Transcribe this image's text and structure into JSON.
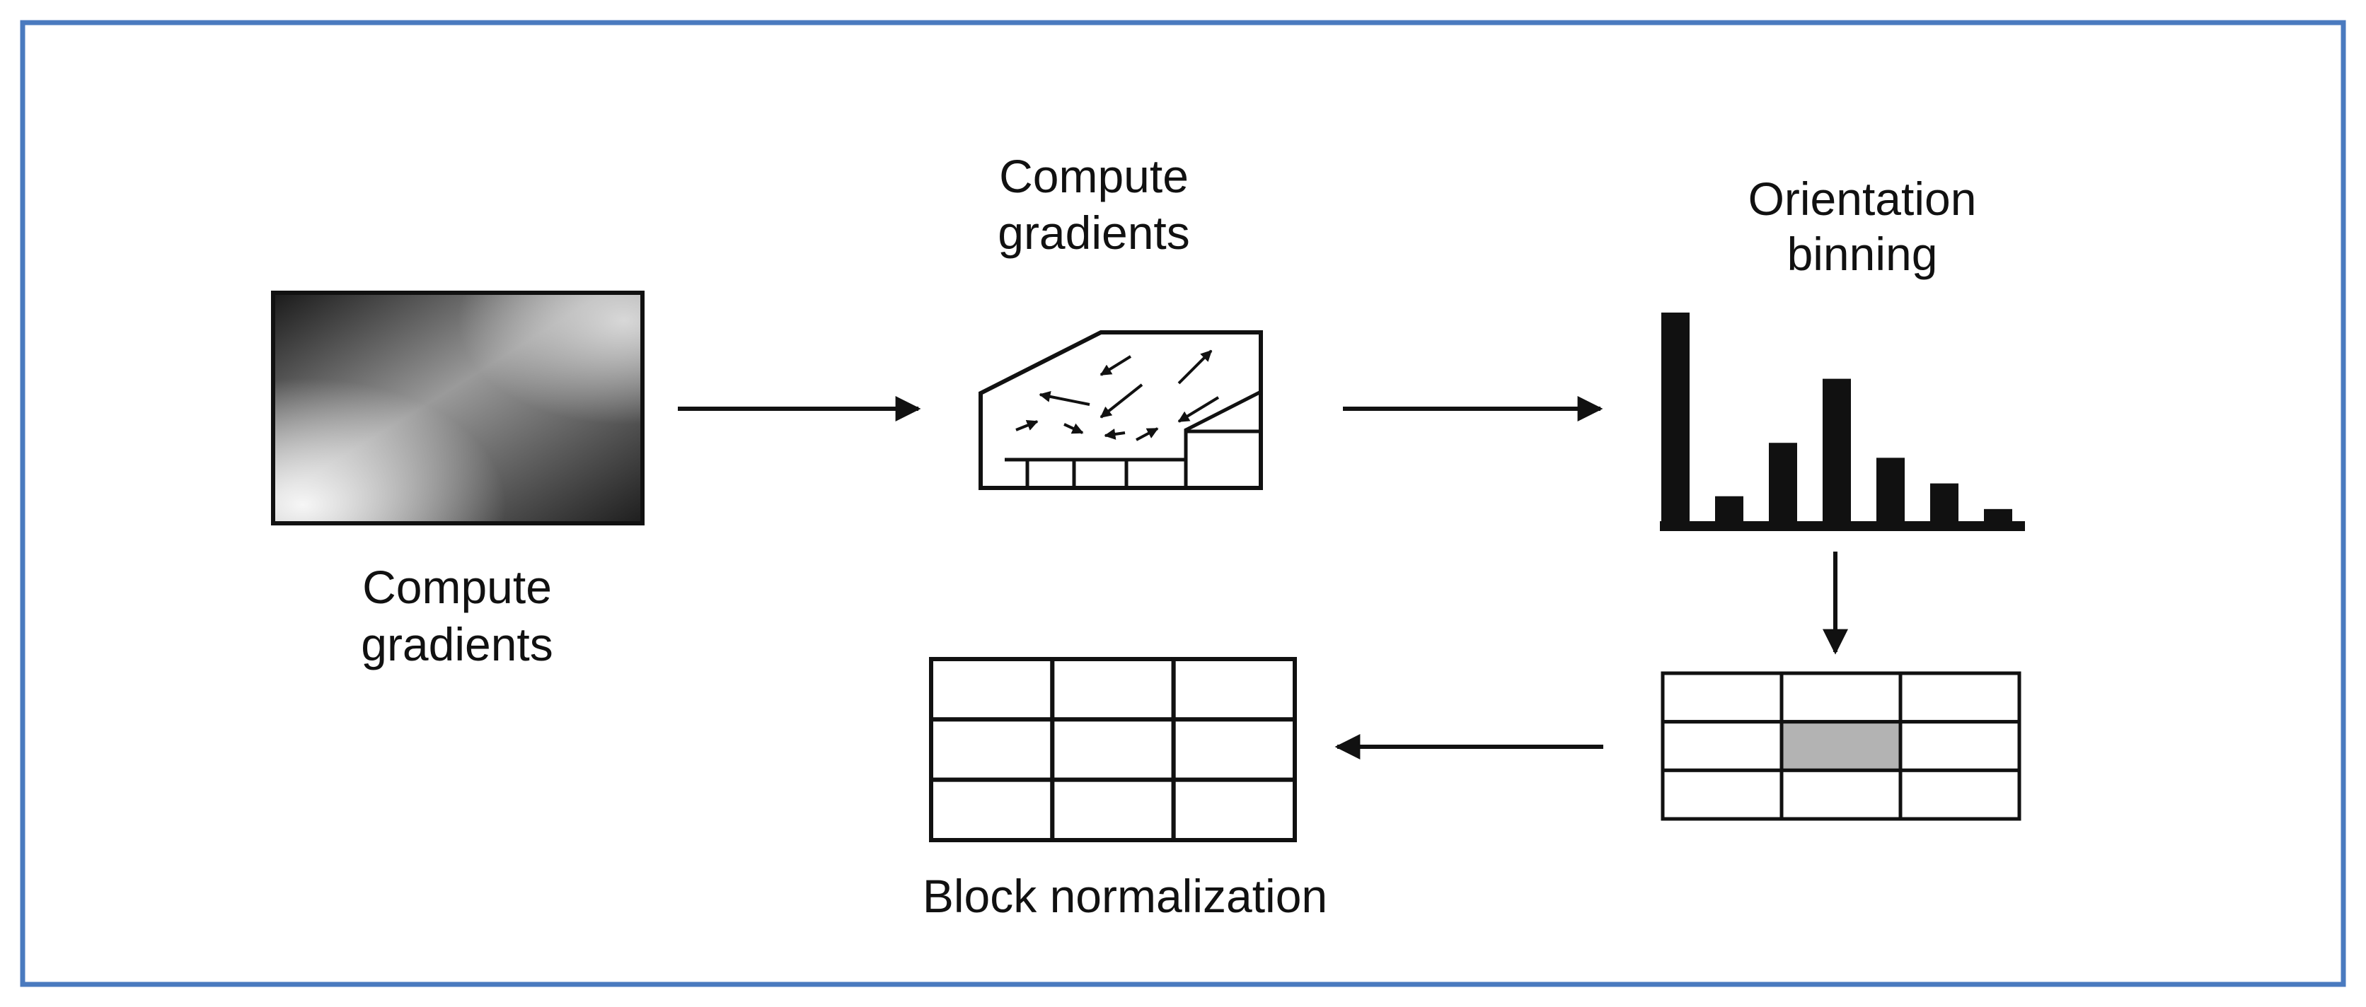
{
  "frame": {
    "border_color": "#4a7abf"
  },
  "steps": {
    "input_image": {
      "label_line1": "Compute",
      "label_line2": "gradients"
    },
    "gradients": {
      "label_line1": "Compute",
      "label_line2": "gradients",
      "icon": "gradient-arrows-icon"
    },
    "orientation_binning": {
      "label_line1": "Orientation",
      "label_line2": "binning",
      "histogram_bins": [
        1.0,
        0.14,
        0.39,
        0.69,
        0.32,
        0.2,
        0.08
      ]
    },
    "cell_grid": {
      "rows": 3,
      "cols": 3,
      "highlighted_cell": [
        1,
        1
      ],
      "highlight_color": "#b3b3b3"
    },
    "block_normalization": {
      "label": "Block normalization",
      "rows": 3,
      "cols": 3
    }
  },
  "colors": {
    "ink": "#111111",
    "image_dark": "#1a1a1a",
    "image_light": "#f2f2f2"
  }
}
